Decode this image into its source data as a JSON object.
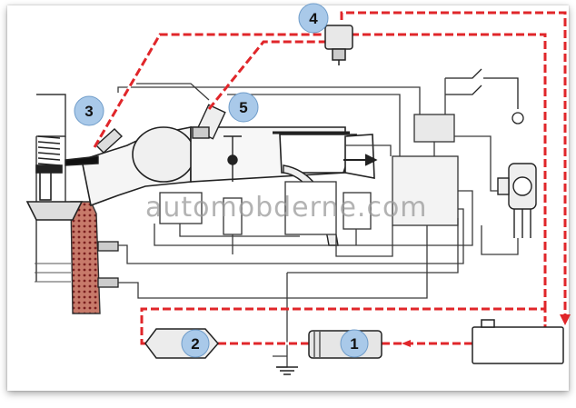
{
  "watermark": "automobderne.com",
  "colors": {
    "fuel_line": "#e0262a",
    "wire": "#3a3a3a",
    "callout_fill": "#a9c9e9",
    "callout_stroke": "#6f9cc9",
    "hatch": "#b23a3a",
    "block": "#e9e9e9"
  },
  "callouts": [
    {
      "id": "1",
      "label": "1"
    },
    {
      "id": "2",
      "label": "2"
    },
    {
      "id": "3",
      "label": "3"
    },
    {
      "id": "4",
      "label": "4"
    },
    {
      "id": "5",
      "label": "5"
    }
  ]
}
